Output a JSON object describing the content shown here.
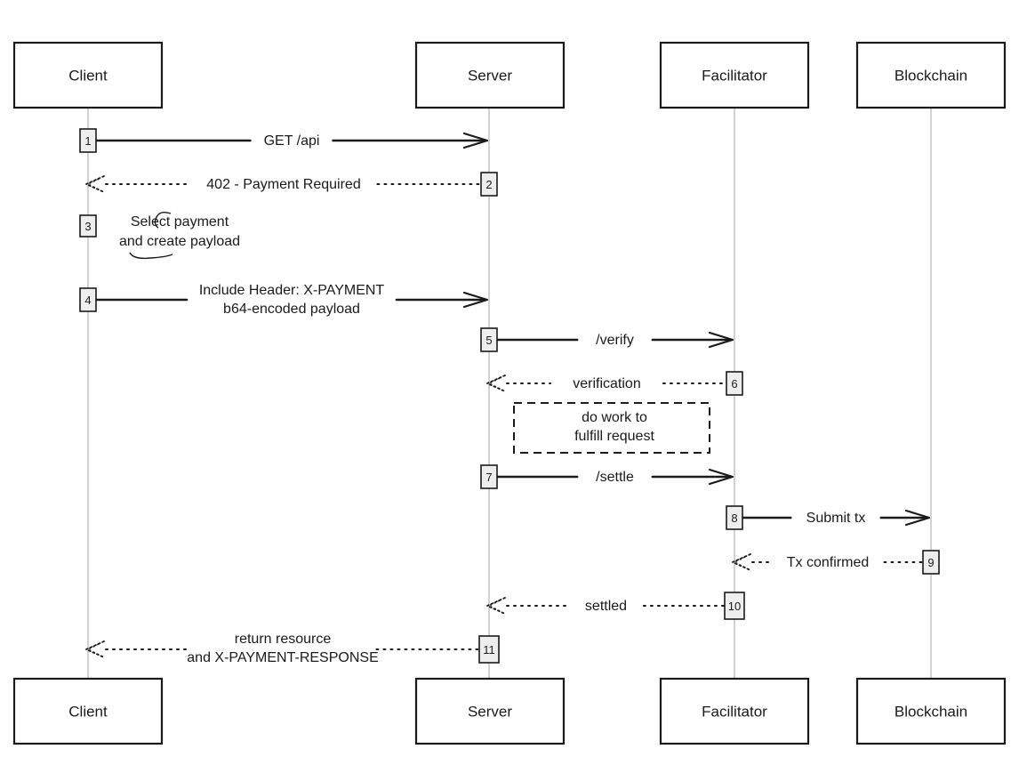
{
  "participants": [
    {
      "id": "client",
      "label": "Client"
    },
    {
      "id": "server",
      "label": "Server"
    },
    {
      "id": "facilitator",
      "label": "Facilitator"
    },
    {
      "id": "blockchain",
      "label": "Blockchain"
    }
  ],
  "steps": [
    {
      "num": "1",
      "type": "message",
      "style": "solid",
      "from": "client",
      "to": "server",
      "lines": [
        "GET /api"
      ]
    },
    {
      "num": "2",
      "type": "message",
      "style": "dotted",
      "from": "server",
      "to": "client",
      "lines": [
        "402 - Payment Required"
      ]
    },
    {
      "num": "3",
      "type": "self",
      "at": "client",
      "lines": [
        "Select payment",
        "and create payload"
      ]
    },
    {
      "num": "4",
      "type": "message",
      "style": "solid",
      "from": "client",
      "to": "server",
      "lines": [
        "Include Header: X-PAYMENT",
        "b64-encoded payload"
      ]
    },
    {
      "num": "5",
      "type": "message",
      "style": "solid",
      "from": "server",
      "to": "facilitator",
      "lines": [
        "/verify"
      ]
    },
    {
      "num": "6",
      "type": "message",
      "style": "dotted",
      "from": "facilitator",
      "to": "server",
      "lines": [
        "verification"
      ]
    },
    {
      "type": "note",
      "lines": [
        "do work to",
        "fulfill request"
      ]
    },
    {
      "num": "7",
      "type": "message",
      "style": "solid",
      "from": "server",
      "to": "facilitator",
      "lines": [
        "/settle"
      ]
    },
    {
      "num": "8",
      "type": "message",
      "style": "solid",
      "from": "facilitator",
      "to": "blockchain",
      "lines": [
        "Submit tx"
      ]
    },
    {
      "num": "9",
      "type": "message",
      "style": "dotted",
      "from": "blockchain",
      "to": "facilitator",
      "lines": [
        "Tx confirmed"
      ]
    },
    {
      "num": "10",
      "type": "message",
      "style": "dotted",
      "from": "facilitator",
      "to": "server",
      "lines": [
        "settled"
      ]
    },
    {
      "num": "11",
      "type": "message",
      "style": "dotted",
      "from": "server",
      "to": "client",
      "lines": [
        "return resource",
        "and X-PAYMENT-RESPONSE"
      ]
    }
  ]
}
